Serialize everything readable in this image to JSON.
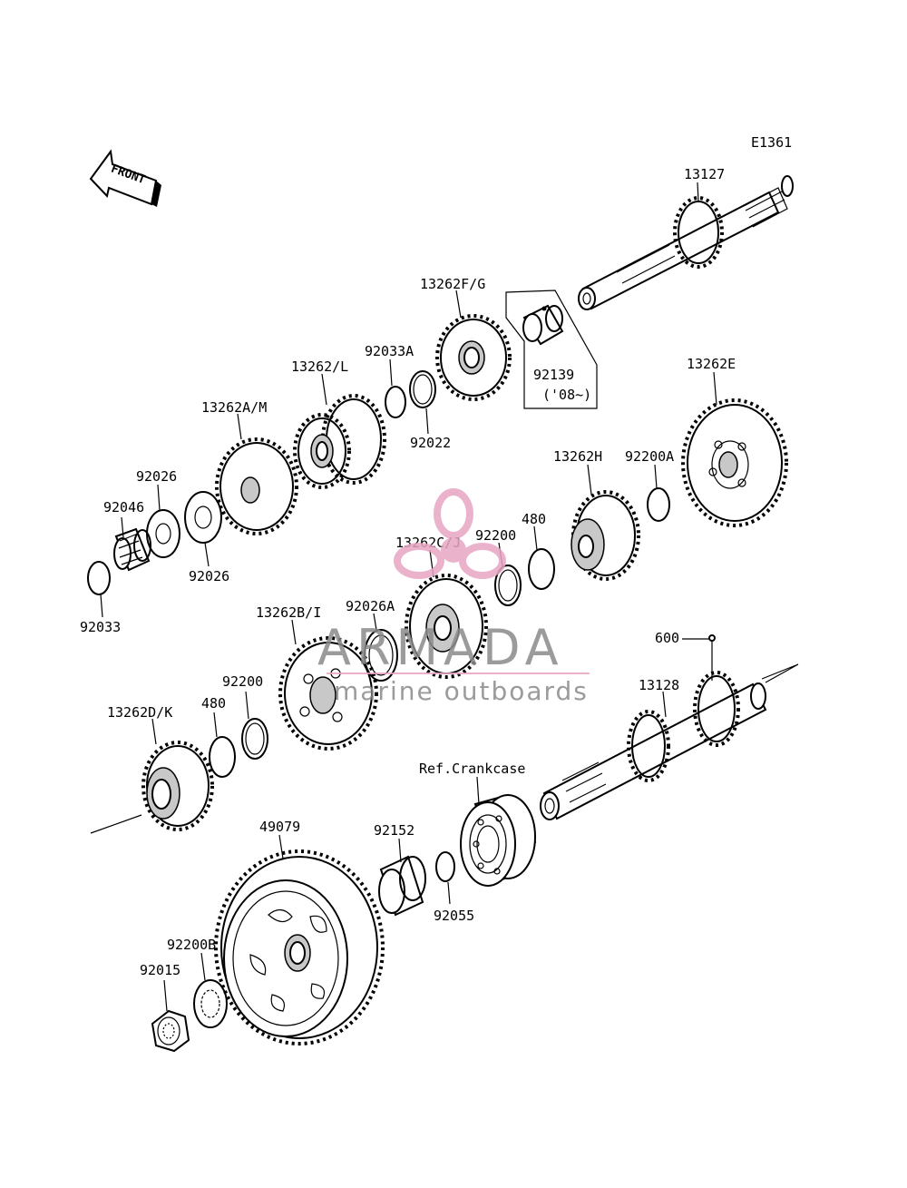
{
  "diagram_code": "E1361",
  "front_label": "FRONT",
  "year_note": "('08~)",
  "watermark": {
    "brand": "ARMADA",
    "tagline": "marine outboards",
    "pink": "#e8a6c3",
    "gray": "#8a8a8a"
  },
  "labels": {
    "l13127": "13127",
    "l13262fg": "13262F/G",
    "l92139": "92139",
    "l92033a": "92033A",
    "l13262l": "13262/L",
    "l92022": "92022",
    "l13262am": "13262A/M",
    "l92026_top": "92026",
    "l92046": "92046",
    "l92026_bot": "92026",
    "l92033": "92033",
    "l13262e": "13262E",
    "l92200a": "92200A",
    "l13262h": "13262H",
    "l480_top": "480",
    "l92200_top": "92200",
    "l13262cj": "13262C/J",
    "l92026a": "92026A",
    "l13262bi": "13262B/I",
    "l92200_bot": "92200",
    "l480_bot": "480",
    "l13262dk": "13262D/K",
    "l600": "600",
    "l13128": "13128",
    "lref": "Ref.Crankcase",
    "l92152": "92152",
    "l92055": "92055",
    "l49079": "49079",
    "l92200b": "92200B",
    "l92015": "92015"
  }
}
